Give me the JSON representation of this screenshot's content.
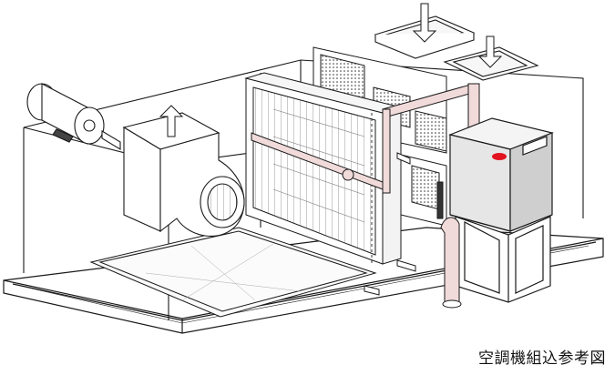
{
  "caption": "空調機組込参考図",
  "colors": {
    "line": "#1a1a1a",
    "pipe": "#f1dada",
    "humidifier_body": "#e6e6e6",
    "humidifier_side": "#cfcfcf",
    "logo": "#e1131f",
    "background": "#ffffff"
  },
  "components": {
    "fan": "blower-fan-with-motor",
    "coil": "finned-heat-exchanger-coil",
    "humidifier": "steam-humidifier-unit",
    "stand": "humidifier-stand",
    "steam_pipe": "steam-distribution-pipe",
    "drain": "drain-pipe"
  },
  "icons": {
    "up_arrow": "up-arrow-icon",
    "down_arrow": "down-arrow-icon",
    "brand_logo": "brand-logo-icon"
  }
}
